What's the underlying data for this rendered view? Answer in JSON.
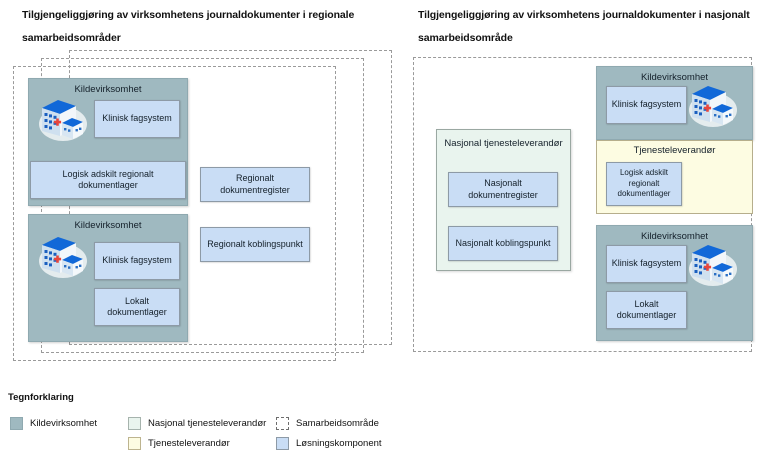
{
  "panels": [
    {
      "id": "regional",
      "title": "Tilgjengeliggjøring av virksomhetens journaldokumenter i regionale samarbeidsområder",
      "coop_area_label": "Samarbeidsområde",
      "orgs": [
        {
          "title": "Kildevirksomhet",
          "icon": "hospital-building-icon",
          "components": [
            {
              "label": "Klinisk fagsystem"
            },
            {
              "label": "Logisk adskilt regionalt dokumentlager"
            }
          ]
        },
        {
          "title": "Kildevirksomhet",
          "icon": "hospital-building-icon",
          "components": [
            {
              "label": "Klinisk fagsystem"
            },
            {
              "label": "Lokalt dokumentlager"
            }
          ]
        }
      ],
      "shared_components": [
        {
          "label": "Regionalt dokumentregister"
        },
        {
          "label": "Regionalt koblingspunkt"
        }
      ]
    },
    {
      "id": "nasjonal",
      "title": "Tilgjengeliggjøring av virksomhetens journaldokumenter i nasjonalt samarbeidsområde",
      "coop_area_label": "Samarbeidsområde",
      "national_provider": {
        "title": "Nasjonal tjenesteleverandør",
        "components": [
          {
            "label": "Nasjonalt dokumentregister"
          },
          {
            "label": "Nasjonalt koblingspunkt"
          }
        ]
      },
      "orgs": [
        {
          "title": "Kildevirksomhet",
          "icon": "hospital-building-icon",
          "components": [
            {
              "label": "Klinisk fagsystem"
            }
          ],
          "service_provider": {
            "title": "Tjenesteleverandør",
            "components": [
              {
                "label": "Logisk adskilt regionalt dokumentlager"
              }
            ]
          }
        },
        {
          "title": "Kildevirksomhet",
          "icon": "hospital-building-icon",
          "components": [
            {
              "label": "Klinisk fagsystem"
            },
            {
              "label": "Lokalt dokumentlager"
            }
          ]
        }
      ]
    }
  ],
  "legend": {
    "heading": "Tegnforklaring",
    "items": [
      {
        "label": "Kildevirksomhet",
        "swatch": "org",
        "color": "#9FB9C0"
      },
      {
        "label": "Nasjonal tjenesteleverandør",
        "swatch": "nat",
        "color": "#E9F4EE"
      },
      {
        "label": "Tjenesteleverandør",
        "swatch": "svc",
        "color": "#FDFCE2"
      },
      {
        "label": "Samarbeidsområde",
        "swatch": "coop",
        "color": "#FFFFFF"
      },
      {
        "label": "Løsningskomponent",
        "swatch": "comp",
        "color": "#C9DDF5"
      }
    ]
  }
}
